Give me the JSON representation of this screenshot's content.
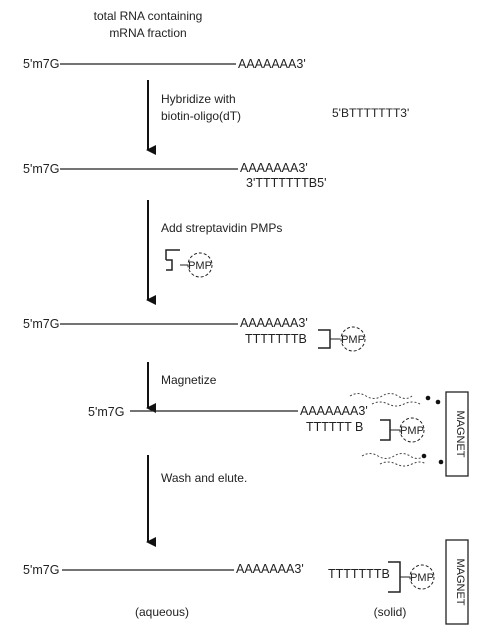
{
  "title": {
    "line1": "total RNA containing",
    "line2": "mRNA fraction"
  },
  "rows": [
    {
      "cap": "5'm7G",
      "tail": "AAAAAAA3'"
    },
    {
      "cap": "5'm7G",
      "tail": "AAAAAAA3'",
      "oligo": "3'TTTTTTTB5'"
    },
    {
      "cap": "5'm7G",
      "tail": "AAAAAAA3'",
      "oligo": "TTTTTTTB"
    },
    {
      "cap": "5'm7G",
      "tail": "AAAAAAA3'",
      "oligo": "TTTTTT B"
    },
    {
      "cap": "5'm7G",
      "tail": "AAAAAAA3'"
    }
  ],
  "steps": [
    {
      "line1": "Hybridize with",
      "line2": "biotin-oligo(dT)"
    },
    {
      "line1": "Add streptavidin PMPs"
    },
    {
      "line1": "Magnetize"
    },
    {
      "line1": "Wash and elute."
    }
  ],
  "probe_label": "5'BTTTTTTT3'",
  "pmp_label": "PMP",
  "magnet_label": "MAGNET",
  "bound_oligo": "TTTTTTTB",
  "phase_labels": {
    "aqueous": "(aqueous)",
    "solid": "(solid)"
  }
}
